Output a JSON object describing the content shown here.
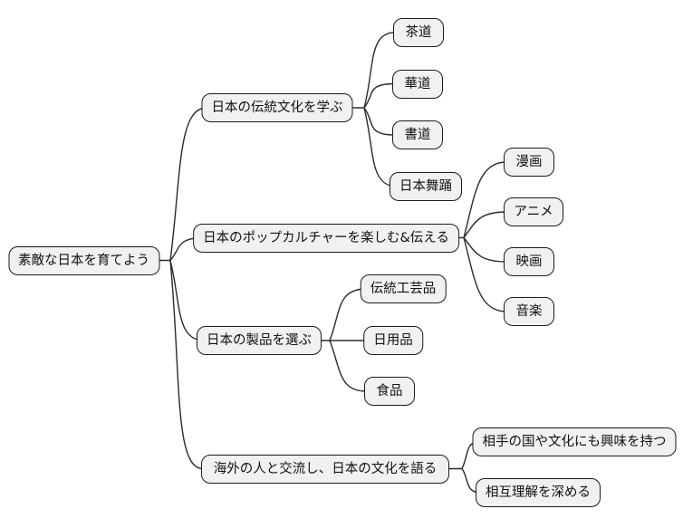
{
  "mindmap": {
    "root": {
      "label": "素敵な日本を育てよう"
    },
    "branches": [
      {
        "label": "日本の伝統文化を学ぶ",
        "children": [
          "茶道",
          "華道",
          "書道",
          "日本舞踊"
        ]
      },
      {
        "label": "日本のポップカルチャーを楽しむ&伝える",
        "children": [
          "漫画",
          "アニメ",
          "映画",
          "音楽"
        ]
      },
      {
        "label": "日本の製品を選ぶ",
        "children": [
          "伝統工芸品",
          "日用品",
          "食品"
        ]
      },
      {
        "label": "海外の人と交流し、日本の文化を語る",
        "children": [
          "相手の国や文化にも興味を持つ",
          "相互理解を深める"
        ]
      }
    ],
    "colors": {
      "node_fill": "#f1f1f1",
      "node_border": "#1c1c1c",
      "line": "#2a2a2a"
    }
  }
}
